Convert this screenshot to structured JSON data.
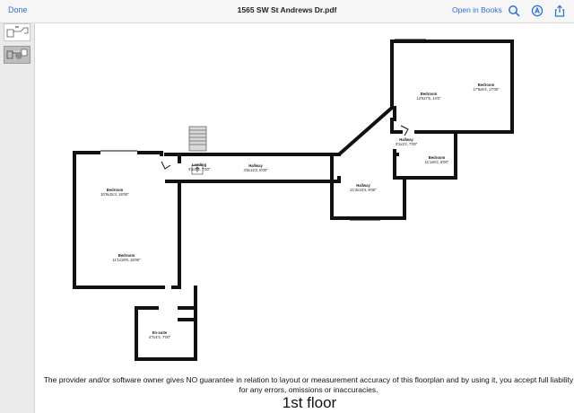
{
  "toolbar": {
    "done_label": "Done",
    "title": "1565 SW St Andrews Dr.pdf",
    "open_in_books_label": "Open in Books"
  },
  "sidebar": {
    "page_badge": "···"
  },
  "floorplan": {
    "rooms": [
      {
        "name": "Bedroom",
        "dims": "17'6x9'4, 17'00\""
      },
      {
        "name": "Bedroom",
        "dims": "12'6x7'5, 14'0\""
      },
      {
        "name": "Hallway",
        "dims": "3'1x3'2, 7'00\""
      },
      {
        "name": "Bedroom",
        "dims": "11'1x8'2, 8'00\""
      },
      {
        "name": "Hallway",
        "dims": "21'3x10'4, 8'00\""
      },
      {
        "name": "Hallway",
        "dims": "4'5x14'2, 8'00\""
      },
      {
        "name": "Landing",
        "dims": "4'4x3'6, 7'00\""
      },
      {
        "name": "Bedroom",
        "dims": "10'9x15'4, 16'00\""
      },
      {
        "name": "Bedroom",
        "dims": "11'1x19'9, 15'00\""
      },
      {
        "name": "En-suite",
        "dims": "4'7x4'4, 7'00\""
      }
    ],
    "disclaimer": "The provider and/or software owner gives NO guarantee in relation to layout or measurement accuracy of this floorplan and by using it, you accept full liability for any errors, omissions or inaccuracies.",
    "floor_label": "1st floor"
  }
}
